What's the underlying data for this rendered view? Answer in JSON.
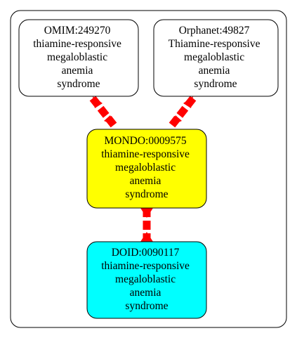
{
  "colors": {
    "edge": "#ff0000",
    "mondo_fill": "#ffff00",
    "doid_fill": "#00ffff",
    "source_fill": "#ffffff",
    "stroke": "#000000"
  },
  "nodes": {
    "omim": {
      "lines": [
        "OMIM:249270",
        "thiamine-responsive",
        "megaloblastic",
        "anemia",
        "syndrome"
      ]
    },
    "orphanet": {
      "lines": [
        "Orphanet:49827",
        "Thiamine-responsive",
        "megaloblastic",
        "anemia",
        "syndrome"
      ]
    },
    "mondo": {
      "lines": [
        "MONDO:0009575",
        "thiamine-responsive",
        "megaloblastic",
        "anemia",
        "syndrome"
      ]
    },
    "doid": {
      "lines": [
        "DOID:0090117",
        "thiamine-responsive",
        "megaloblastic",
        "anemia",
        "syndrome"
      ]
    }
  }
}
